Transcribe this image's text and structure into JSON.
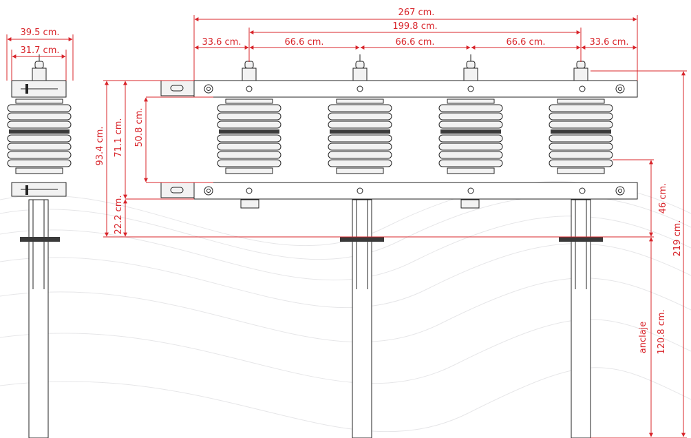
{
  "colors": {
    "dimension": "#d8242a",
    "outline": "#222222",
    "insulator_fill": "#f2f2f2",
    "band_dark": "#3a3a3a"
  },
  "dimensions": {
    "top_overall_width": "267 cm.",
    "top_pole_span": "199.8 cm.",
    "left_offset": "33.6 cm.",
    "right_offset": "33.6 cm.",
    "spacing_1": "66.6 cm.",
    "spacing_2": "66.6 cm.",
    "spacing_3": "66.6 cm.",
    "side_width_outer": "39.5 cm.",
    "side_width_inner": "31.7 cm.",
    "frame_height_outer": "93.4 cm.",
    "frame_height_inner": "71.1 cm.",
    "insulator_height": "50.8 cm.",
    "base_height": "22.2 cm.",
    "lower_right": "46 cm.",
    "total_height": "219 cm.",
    "anchor_depth": "120.8 cm.",
    "anchor_label": "anclaje"
  },
  "icons": {
    "insulator": "insulator-icon",
    "pole": "pole-icon",
    "bolt": "bolt-icon"
  }
}
